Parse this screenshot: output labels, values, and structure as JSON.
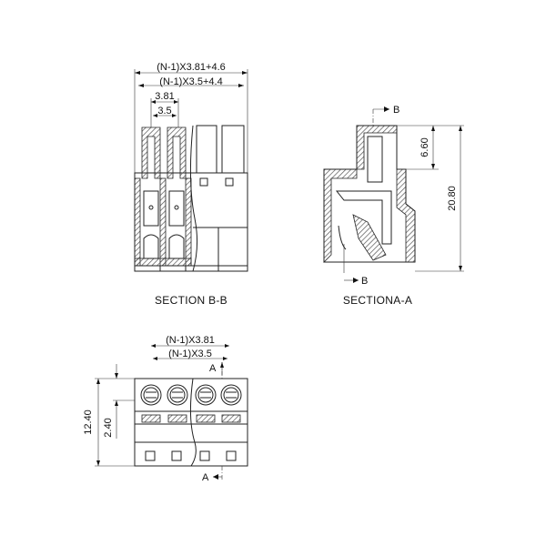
{
  "section_bb": {
    "dim_outer": "(N-1)X3.81+4.6",
    "dim_inner": "(N-1)X3.5+4.4",
    "pitch_a": "3.81",
    "pitch_b": "3.5",
    "caption": "SECTION B-B"
  },
  "section_aa": {
    "dim_height_top": "6.60",
    "dim_height_total": "20.80",
    "cut_top": "B",
    "cut_bottom": "B",
    "caption": "SECTIONA-A"
  },
  "front_view": {
    "dim_pitch_a": "(N-1)X3.81",
    "dim_pitch_b": "(N-1)X3.5",
    "dim_height": "12.40",
    "dim_offset": "2.40",
    "cut_top": "A",
    "cut_bottom": "A"
  }
}
